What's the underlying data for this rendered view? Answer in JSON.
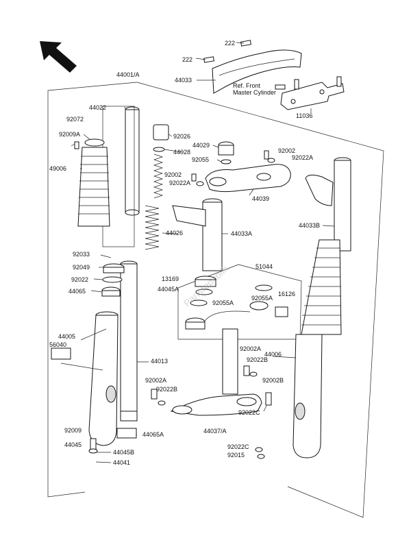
{
  "watermark": "Partsrepublik",
  "labels": {
    "l222a": "222",
    "l222b": "222",
    "l44033": "44033",
    "lref1": "Ref. Front",
    "lref2": "Master Cylinder",
    "l11036": "11036",
    "l44001A": "44001/A",
    "l44022": "44022",
    "l92072": "92072",
    "l92009A": "92009A",
    "l49006": "49006",
    "l92026": "92026",
    "l44028": "44028",
    "l44029": "44029",
    "l92055": "92055",
    "l92002a": "92002",
    "l92022A_a": "92022A",
    "l92002b": "92002",
    "l92022A_b": "92022A",
    "l44039": "44039",
    "l44033B": "44033B",
    "l44026": "44026",
    "l44033A": "44033A",
    "l92033": "92033",
    "l92049": "92049",
    "l92022": "92022",
    "l44065": "44065",
    "l51044": "51044",
    "l13169": "13169",
    "l44045A": "44045A",
    "l92055A_a": "92055A",
    "l92055A_b": "92055A",
    "l16126": "16126",
    "l44005": "44005",
    "l56040": "56040",
    "l44013": "44013",
    "l92002A_a": "92002A",
    "l92022B_a": "92022B",
    "l44006": "44006",
    "l92002A_b": "92002A",
    "l92022B_b": "92022B",
    "l92002B": "92002B",
    "l92022C_a": "92022C",
    "l44037A": "44037/A",
    "l92009": "92009",
    "l44045": "44045",
    "l44065A": "44065A",
    "l44045B": "44045B",
    "l92022C_b": "92022C",
    "l92015": "92015",
    "l44041": "44041"
  }
}
